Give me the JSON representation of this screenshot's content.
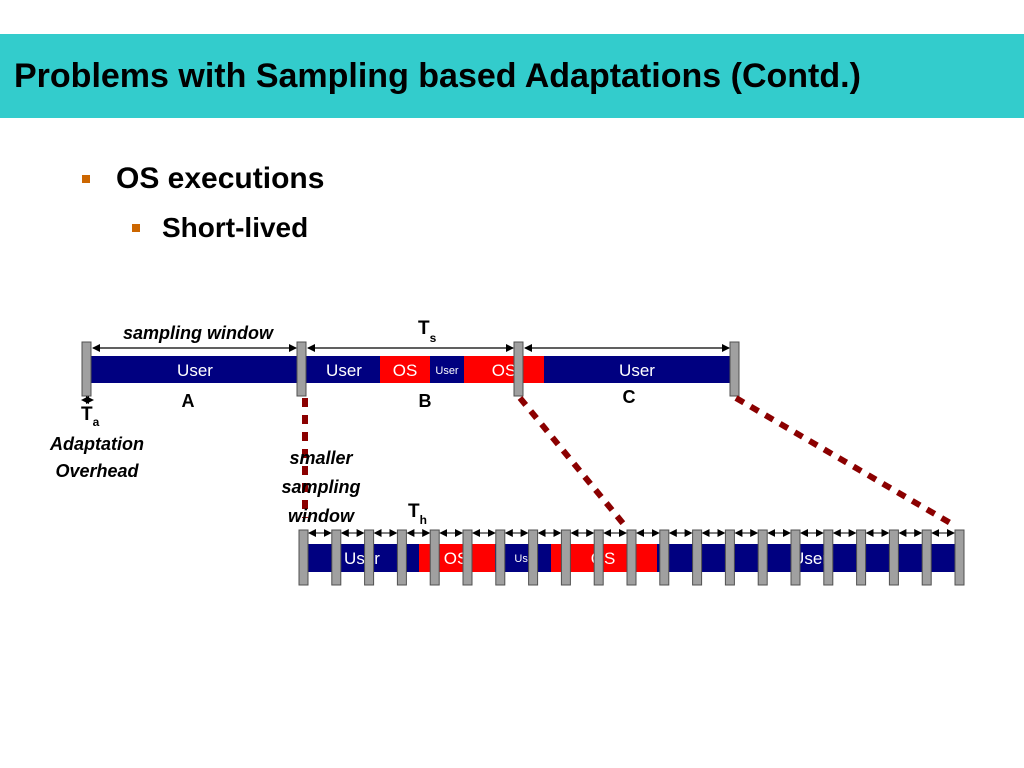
{
  "slide": {
    "title": "Problems  with Sampling based Adaptations (Contd.)",
    "bullets": [
      {
        "text": "OS executions",
        "level": 1
      },
      {
        "text": "Short-lived",
        "level": 2
      }
    ]
  },
  "diagram": {
    "colors": {
      "user": "#000080",
      "os": "#FF0000",
      "divider": "#A0A0A0",
      "dashed_link": "#8B0000",
      "label": "#000000",
      "bar_text": "#FFFFFF"
    },
    "top_timeline": {
      "window_label": "sampling window",
      "period_label_main": "T",
      "period_label_sub": "s",
      "segments": [
        {
          "kind": "user",
          "text": "User"
        },
        {
          "kind": "user",
          "text": "User"
        },
        {
          "kind": "os",
          "text": "OS"
        },
        {
          "kind": "user",
          "text": "User"
        },
        {
          "kind": "os",
          "text": "OS"
        },
        {
          "kind": "user",
          "text": "User"
        }
      ],
      "window_labels": [
        "A",
        "B",
        "C"
      ]
    },
    "overhead": {
      "symbol_main": "T",
      "symbol_sub": "a",
      "line1": "Adaptation",
      "line2": "Overhead"
    },
    "smaller_window": {
      "line1": "smaller",
      "line2": "sampling",
      "line3": "window"
    },
    "bottom_timeline": {
      "period_label_main": "T",
      "period_label_sub": "h",
      "segments": [
        {
          "kind": "user",
          "text": "User"
        },
        {
          "kind": "os",
          "text": "OS"
        },
        {
          "kind": "user",
          "text": "User"
        },
        {
          "kind": "os",
          "text": "OS"
        },
        {
          "kind": "user",
          "text": "User"
        }
      ],
      "divider_count": 21
    }
  }
}
